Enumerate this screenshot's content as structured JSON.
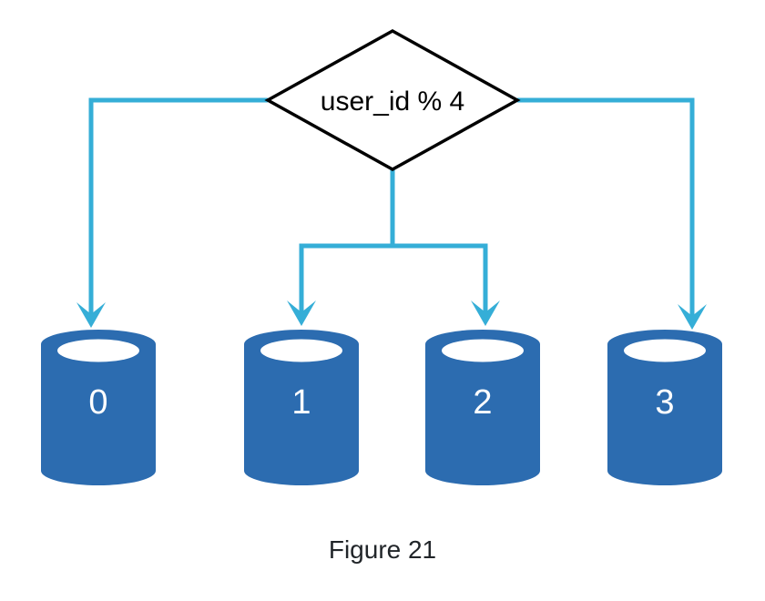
{
  "diagram": {
    "title": "sharding-routing-diagram",
    "decision": {
      "label": "user_id % 4"
    },
    "shards": [
      {
        "label": "0"
      },
      {
        "label": "1"
      },
      {
        "label": "2"
      },
      {
        "label": "3"
      }
    ],
    "caption": "Figure 21"
  },
  "colors": {
    "connector": "#35aed7",
    "database": "#2c6cb0",
    "outline": "#000000",
    "background": "#ffffff",
    "caption_text": "#212529",
    "shard_label_text": "#ffffff"
  }
}
